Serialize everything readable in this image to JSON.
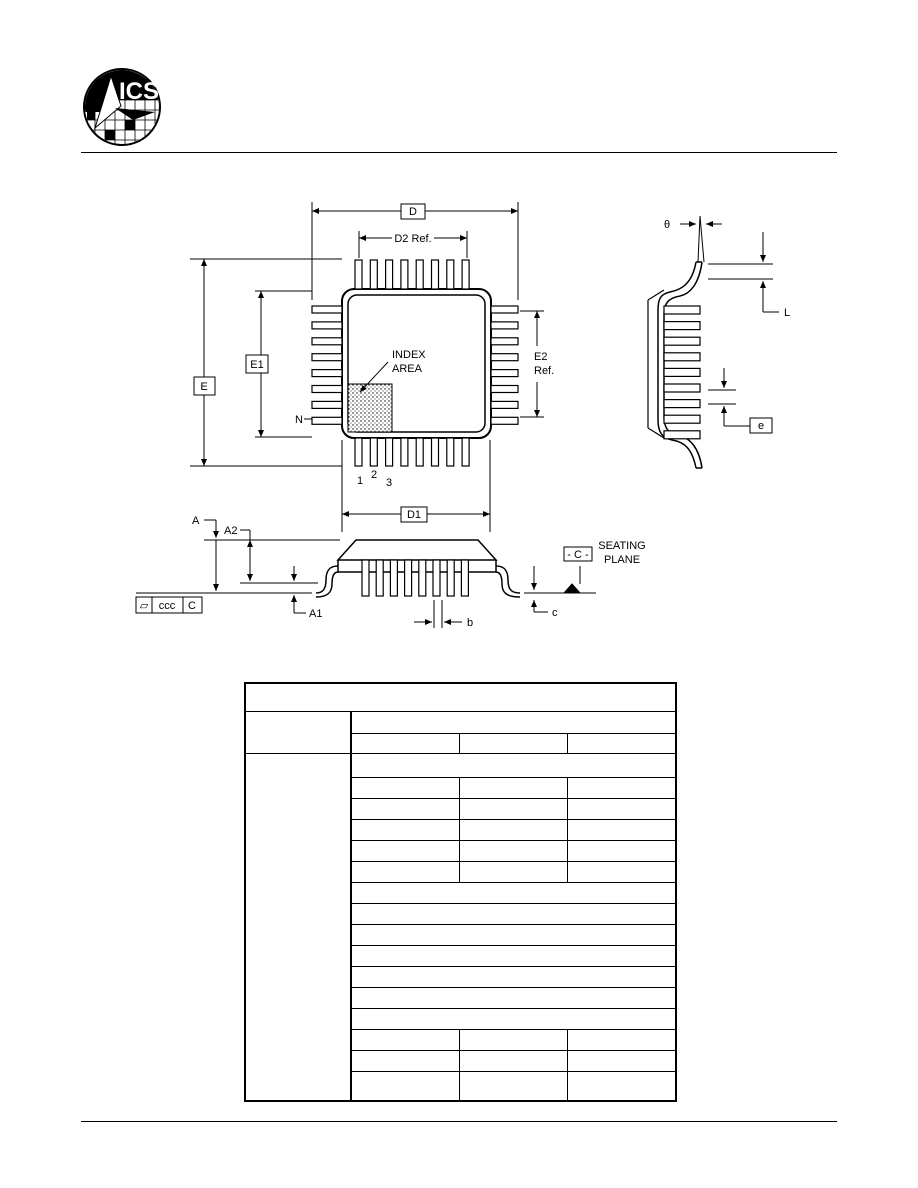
{
  "logo": {
    "text": "ICS",
    "icon": "ics-logo-icon"
  },
  "top_view": {
    "label_D": "D",
    "label_D2": "D2 Ref.",
    "label_E": "E",
    "label_E1": "E1",
    "label_E2": "E2",
    "label_E2_ref": "Ref.",
    "label_index": "INDEX",
    "label_area": "AREA",
    "label_N": "N",
    "label_pin1": "1",
    "label_pin2": "2",
    "label_pin3": "3",
    "label_D1": "D1"
  },
  "side_view": {
    "label_theta": "θ",
    "label_L": "L",
    "label_e": "e"
  },
  "front_view": {
    "label_A": "A",
    "label_A2": "A2",
    "label_A1": "A1",
    "label_b": "b",
    "label_c": "c",
    "label_C": "- C -",
    "label_seating": "SEATING",
    "label_plane": "PLANE",
    "tolerance_symbol": "▱",
    "tolerance_value": "ccc",
    "tolerance_datum": "C"
  },
  "colors": {
    "line": "#000000",
    "background": "#ffffff"
  }
}
